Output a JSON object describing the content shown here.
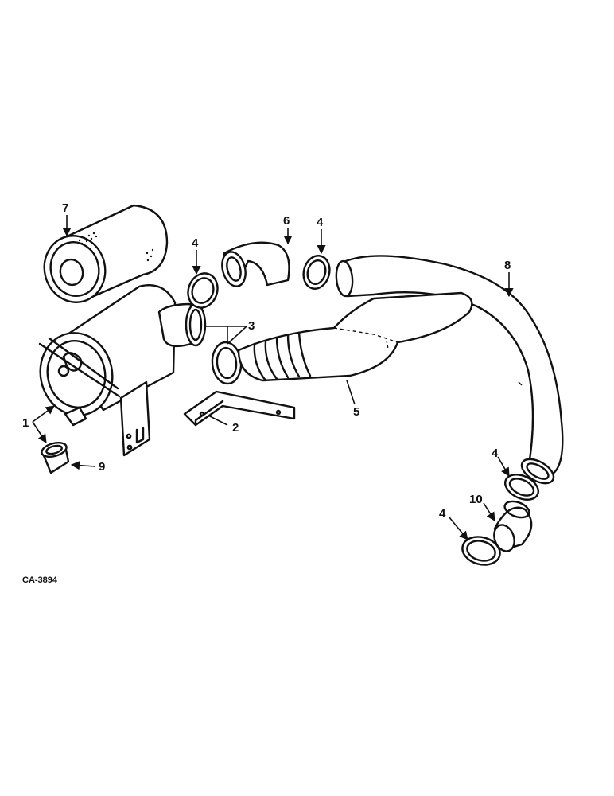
{
  "diagram": {
    "code": "CA-3894",
    "callouts": {
      "c1": "1",
      "c2": "2",
      "c3": "3",
      "c4a": "4",
      "c4b": "4",
      "c4c": "4",
      "c4d": "4",
      "c5": "5",
      "c6": "6",
      "c7": "7",
      "c8": "8",
      "c9": "9",
      "c10": "10"
    }
  }
}
